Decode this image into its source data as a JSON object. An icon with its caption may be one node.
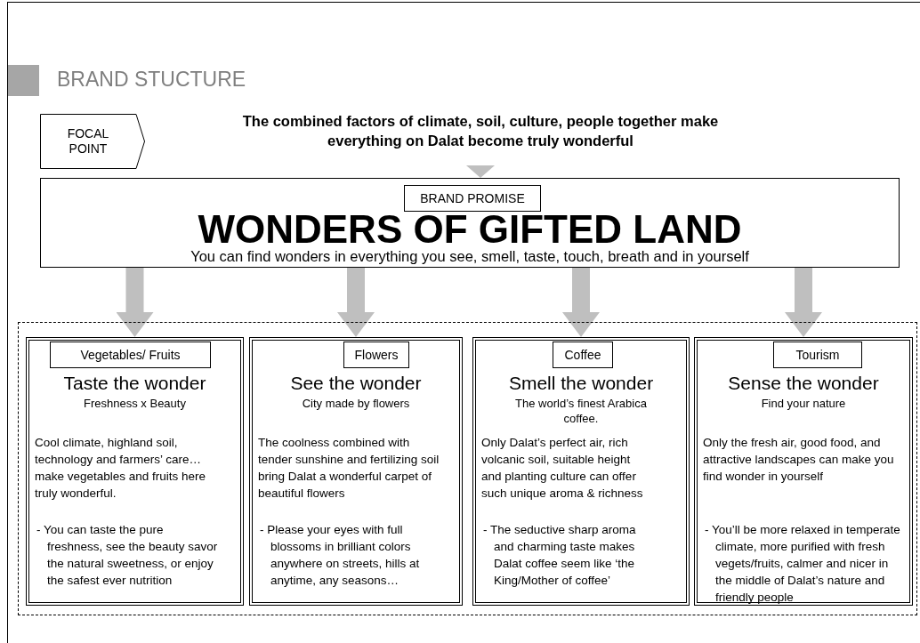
{
  "diagram": {
    "title": "BRAND STUCTURE",
    "nodes": [
      {
        "text": [
          "FOCAL POINT"
        ]
      },
      {
        "text": [
          "The combined factors of climate, soil, culture, people together make everything on Dalat become truly wonderful"
        ]
      },
      {
        "text": [
          "WONDERS OF GIFTED LAND",
          "You can find wonders in everything you see, smell, taste, touch, breath and in yourself"
        ]
      },
      {
        "text": [
          "BRAND PROMISE"
        ],
        "in": 2
      },
      {
        "text": [],
        "shape": "box"
      },
      {
        "text": [
          "Taste the wonder",
          "Freshness x Beauty",
          "Cool climate, highland soil, technology and farmers’ care…make vegetables and fruits here truly wonderful.",
          "- You can taste the pure freshness, see the beauty savor the natural sweetness, or enjoy the safest ever nutrition"
        ],
        "in": 4
      },
      {
        "text": [
          "Vegetables/ Fruits"
        ],
        "in": 5
      },
      {
        "text": [
          "See the wonder",
          "City made by flowers",
          "The coolness combined with tender sunshine and fertilizing soil bring Dalat a wonderful carpet of beautiful flowers",
          "- Please your eyes with full blossoms in brilliant colors anywhere on streets, hills at anytime, any seasons…"
        ],
        "in": 4
      },
      {
        "text": [
          "Flowers"
        ],
        "in": 7
      },
      {
        "text": [
          "Smell the wonder",
          "The world’s finest Arabica coffee.",
          "Only Dalat’s perfect air, rich volcanic soil, suitable height and planting culture can offer such unique aroma & richness",
          "- The seductive sharp aroma and charming taste makes Dalat coffee seem like ‘the King/Mother of coffee’"
        ],
        "in": 4
      },
      {
        "text": [
          "Coffee"
        ],
        "in": 9
      },
      {
        "text": [
          "Sense the wonder",
          "Find your nature",
          "Only the fresh air, good food, and attractive landscapes can make you find wonder in yourself",
          "- You’ll be more relaxed in temperate climate, more purified with fresh vegets/fruits, calmer and nicer in the middle of Dalat’s nature and friendly people"
        ],
        "in": 4
      },
      {
        "text": [
          "Tourism"
        ],
        "in": 11
      }
    ],
    "edges": [
      {
        "from": 1,
        "to": 2,
        "arrow": "to"
      },
      {
        "from": 2,
        "to": 5,
        "arrow": "to"
      },
      {
        "from": 2,
        "to": 7,
        "arrow": "to"
      },
      {
        "from": 2,
        "to": 9,
        "arrow": "to"
      },
      {
        "from": 2,
        "to": 11,
        "arrow": "to"
      }
    ]
  }
}
